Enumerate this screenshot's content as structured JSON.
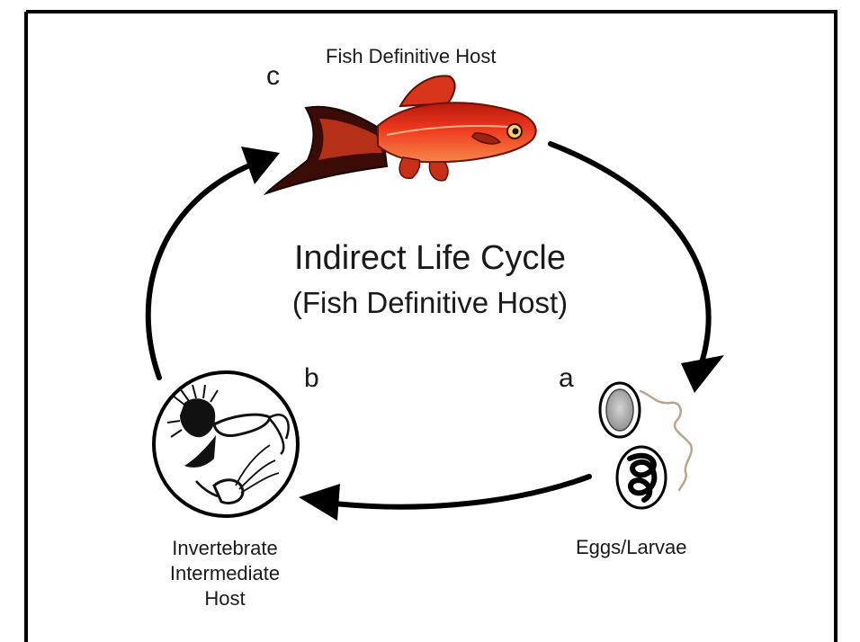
{
  "title": {
    "main": "Indirect Life Cycle",
    "sub": "(Fish Definitive Host)"
  },
  "stages": {
    "fish": {
      "letter": "c",
      "label": "Fish Definitive Host"
    },
    "eggs": {
      "letter": "a",
      "label": "Eggs/Larvae"
    },
    "invertebrate": {
      "letter": "b",
      "label_lines": [
        "Invertebrate",
        "Intermediate",
        "Host"
      ]
    }
  },
  "colors": {
    "frame": "#000000",
    "arrow": "#000000",
    "fish_body": "#e8341c",
    "fish_belly": "#f47a3a",
    "fish_tail": "#3b0c06",
    "egg_fill": "#bdbdbd",
    "larva": "#b8a58a"
  }
}
